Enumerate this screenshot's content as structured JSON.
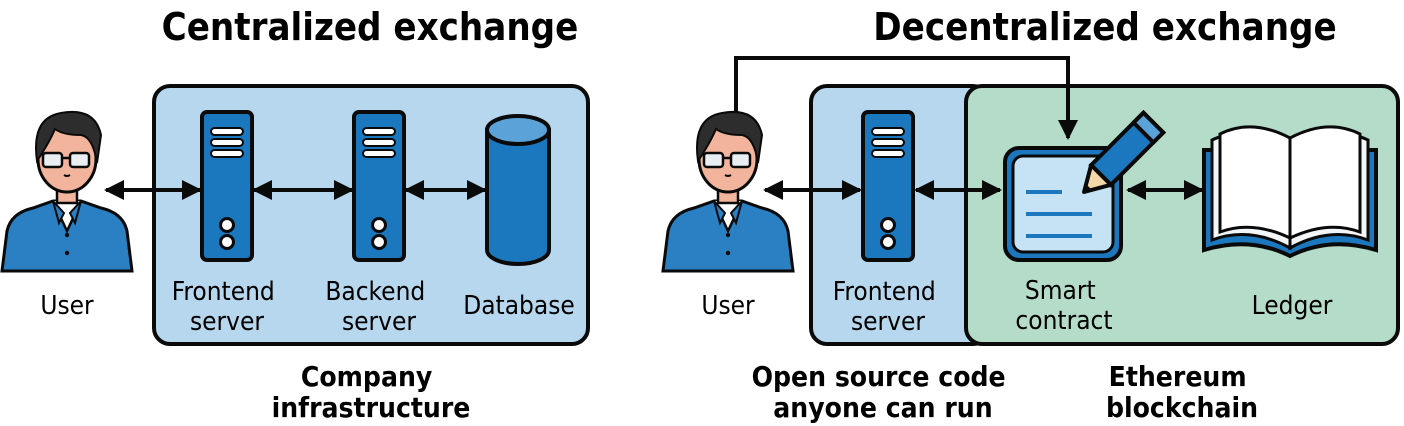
{
  "centralized": {
    "title": "Centralized exchange",
    "user_label": "User",
    "frontend_label": [
      "Frontend",
      "server"
    ],
    "backend_label": [
      "Backend",
      "server"
    ],
    "database_label": "Database",
    "infra_caption": [
      "Company",
      "infrastructure"
    ]
  },
  "decentralized": {
    "title": "Decentralized exchange",
    "user_label": "User",
    "frontend_label": [
      "Frontend",
      "server"
    ],
    "contract_label": [
      "Smart",
      "contract"
    ],
    "ledger_label": "Ledger",
    "open_source_caption": [
      "Open source code",
      "anyone can run"
    ],
    "blockchain_caption": [
      "Ethereum",
      "blockchain"
    ]
  },
  "colors": {
    "box_blue": "#b7d7ee",
    "box_green": "#b4dcc8",
    "server_blue": "#1b78bf",
    "outline": "#0a0a0a",
    "skin": "#f2b49c",
    "hair": "#2d2d2d",
    "shirt": "#2b7fc3"
  }
}
